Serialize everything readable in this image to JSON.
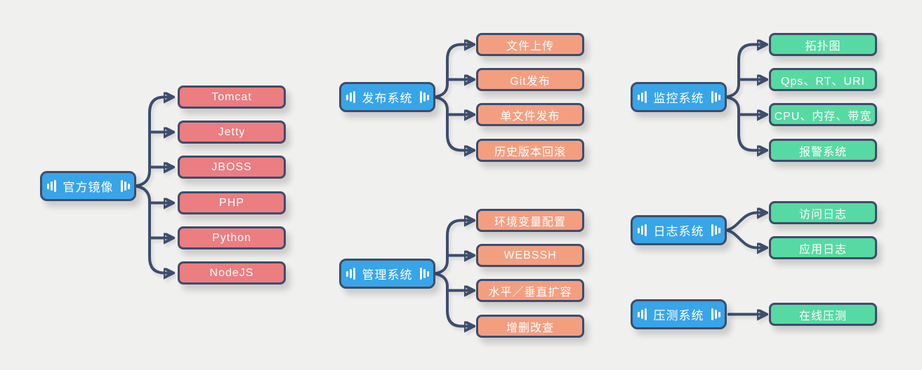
{
  "diagram": {
    "title": "ops-platform-mindmap",
    "background_color": "#f0f0ef",
    "colors": {
      "parent_fill": "#38a5e8",
      "red_fill": "#ec7d81",
      "orange_fill": "#f49e80",
      "green_fill": "#57d9a3",
      "border": "#3d4d6b",
      "connector": "#3d4d6b",
      "text": "#ffffff"
    },
    "icons": {
      "parent_left": "eq-bars-ascending-icon",
      "parent_right": "eq-bars-descending-icon"
    },
    "groups": [
      {
        "name": "official-images",
        "parent_label": "官方镜像",
        "child_color": "#ec7d81",
        "children": [
          "Tomcat",
          "Jetty",
          "JBOSS",
          "PHP",
          "Python",
          "NodeJS"
        ]
      },
      {
        "name": "release-system",
        "parent_label": "发布系统",
        "child_color": "#f49e80",
        "children": [
          "文件上传",
          "Git发布",
          "单文件发布",
          "历史版本回滚"
        ]
      },
      {
        "name": "monitor-system",
        "parent_label": "监控系统",
        "child_color": "#57d9a3",
        "children": [
          "拓扑图",
          "Qps、RT、URI",
          "CPU、内存、带宽",
          "报警系统"
        ]
      },
      {
        "name": "manage-system",
        "parent_label": "管理系统",
        "child_color": "#f49e80",
        "children": [
          "环境变量配置",
          "WEBSSH",
          "水平／垂直扩容",
          "增删改查"
        ]
      },
      {
        "name": "log-system",
        "parent_label": "日志系统",
        "child_color": "#57d9a3",
        "children": [
          "访问日志",
          "应用日志"
        ]
      },
      {
        "name": "stress-system",
        "parent_label": "压测系统",
        "child_color": "#57d9a3",
        "children": [
          "在线压测"
        ]
      }
    ]
  }
}
